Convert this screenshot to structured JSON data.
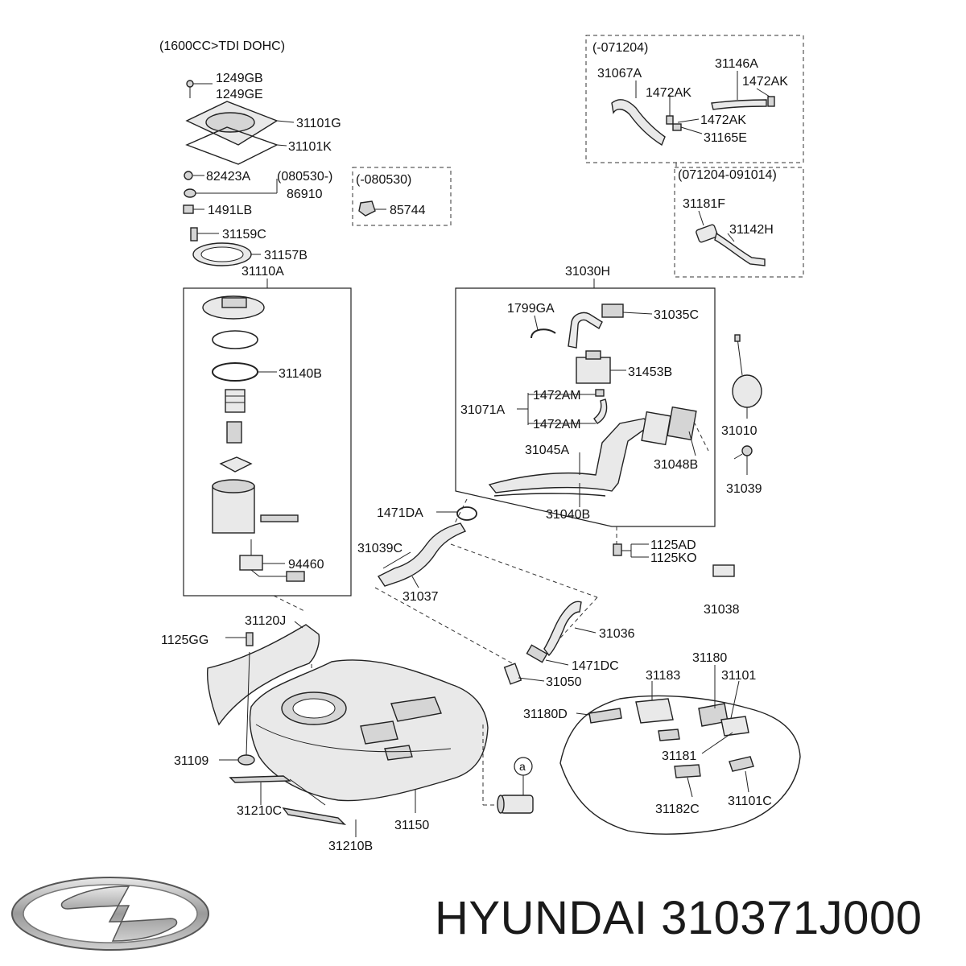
{
  "variant": "(1600CC>TDI DOHC)",
  "boxes": {
    "top_right": "(-071204)",
    "mid_right": "(071204-091014)",
    "small": "(-080530)",
    "cap_note": "(080530-)"
  },
  "group_labels": {
    "pump_assy": "31110A",
    "filler_assy": "31030H"
  },
  "callout_a": "a",
  "labels": {
    "p1249GB": "1249GB",
    "p1249GE": "1249GE",
    "p31101G": "31101G",
    "p31101K": "31101K",
    "p82423A": "82423A",
    "p86910": "86910",
    "p1491LB": "1491LB",
    "p85744": "85744",
    "p31159C": "31159C",
    "p31157B": "31157B",
    "p31140B": "31140B",
    "p94460": "94460",
    "p31067A": "31067A",
    "p31146A": "31146A",
    "p1472AK_1": "1472AK",
    "p1472AK_2": "1472AK",
    "p1472AK_3": "1472AK",
    "p31165E": "31165E",
    "p31181F": "31181F",
    "p31142H": "31142H",
    "p1799GA": "1799GA",
    "p31035C": "31035C",
    "p31453B": "31453B",
    "p31071A": "31071A",
    "p1472AM_1": "1472AM",
    "p1472AM_2": "1472AM",
    "p31045A": "31045A",
    "p31040B": "31040B",
    "p31048B": "31048B",
    "p31010": "31010",
    "p31039": "31039",
    "p1471DA": "1471DA",
    "p31039C": "31039C",
    "p31037": "31037",
    "p1125AD": "1125AD",
    "p1125KO": "1125KO",
    "p31038": "31038",
    "p31036": "31036",
    "p1471DC": "1471DC",
    "p31050": "31050",
    "p31120J": "31120J",
    "p1125GG": "1125GG",
    "p31109": "31109",
    "p31210C": "31210C",
    "p31210B": "31210B",
    "p31150": "31150",
    "p31180": "31180",
    "p31183": "31183",
    "p31101": "31101",
    "p31180D": "31180D",
    "p31181": "31181",
    "p31182C": "31182C",
    "p31101C": "31101C"
  },
  "brand": {
    "logo_icon": "hyundai-logo",
    "text": "HYUNDAI 310371J000"
  }
}
